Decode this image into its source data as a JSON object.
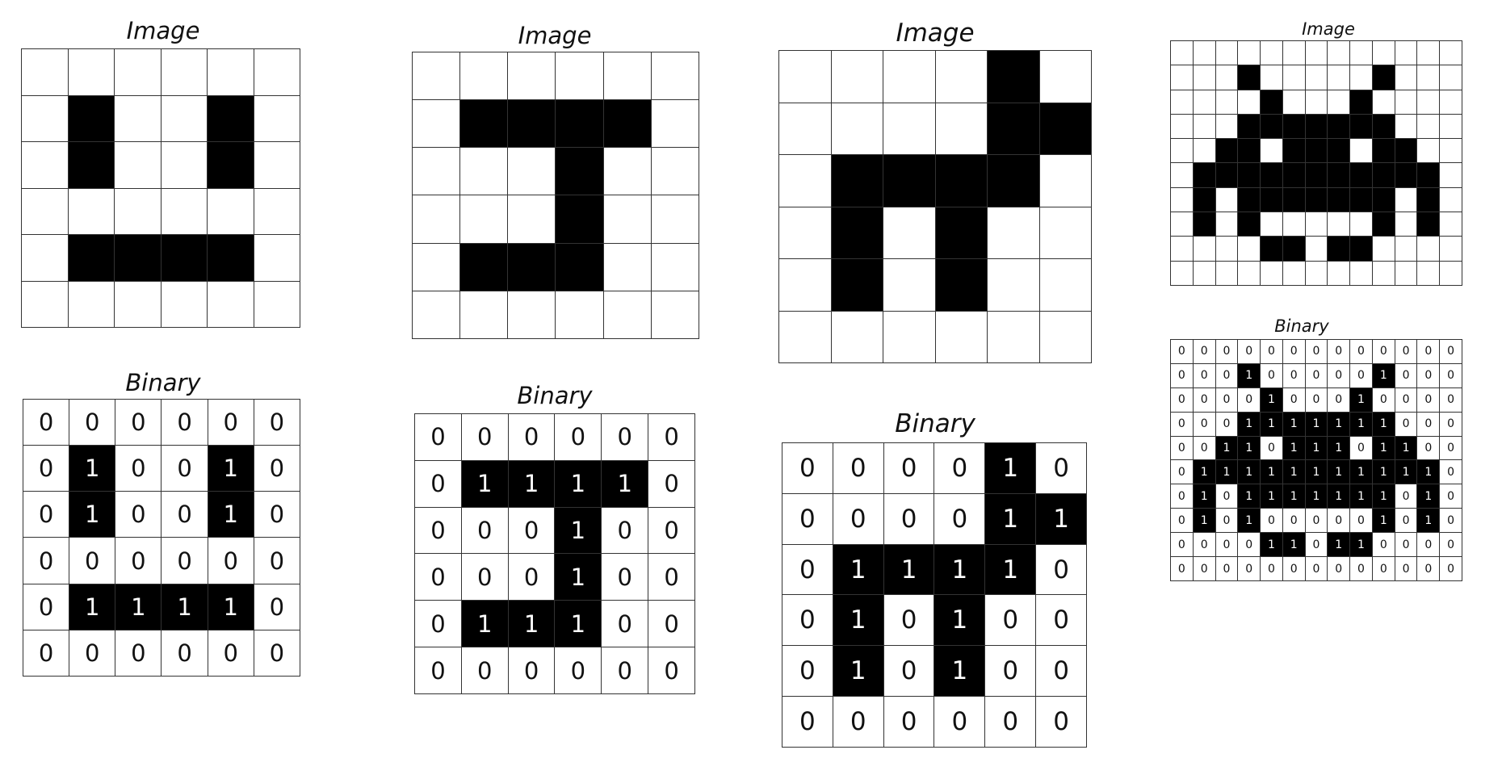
{
  "panels": [
    {
      "image_title": "Image",
      "binary_title": "Binary",
      "grid": [
        [
          0,
          0,
          0,
          0,
          0,
          0
        ],
        [
          0,
          1,
          0,
          0,
          1,
          0
        ],
        [
          0,
          1,
          0,
          0,
          1,
          0
        ],
        [
          0,
          0,
          0,
          0,
          0,
          0
        ],
        [
          0,
          1,
          1,
          1,
          1,
          0
        ],
        [
          0,
          0,
          0,
          0,
          0,
          0
        ]
      ]
    },
    {
      "image_title": "Image",
      "binary_title": "Binary",
      "grid": [
        [
          0,
          0,
          0,
          0,
          0,
          0
        ],
        [
          0,
          1,
          1,
          1,
          1,
          0
        ],
        [
          0,
          0,
          0,
          1,
          0,
          0
        ],
        [
          0,
          0,
          0,
          1,
          0,
          0
        ],
        [
          0,
          1,
          1,
          1,
          0,
          0
        ],
        [
          0,
          0,
          0,
          0,
          0,
          0
        ]
      ]
    },
    {
      "image_title": "Image",
      "binary_title": "Binary",
      "grid": [
        [
          0,
          0,
          0,
          0,
          1,
          0
        ],
        [
          0,
          0,
          0,
          0,
          1,
          1
        ],
        [
          0,
          1,
          1,
          1,
          1,
          0
        ],
        [
          0,
          1,
          0,
          1,
          0,
          0
        ],
        [
          0,
          1,
          0,
          1,
          0,
          0
        ],
        [
          0,
          0,
          0,
          0,
          0,
          0
        ]
      ]
    },
    {
      "image_title": "Image",
      "binary_title": "Binary",
      "grid": [
        [
          0,
          0,
          0,
          0,
          0,
          0,
          0,
          0,
          0,
          0,
          0,
          0,
          0
        ],
        [
          0,
          0,
          0,
          1,
          0,
          0,
          0,
          0,
          0,
          1,
          0,
          0,
          0
        ],
        [
          0,
          0,
          0,
          0,
          1,
          0,
          0,
          0,
          1,
          0,
          0,
          0,
          0
        ],
        [
          0,
          0,
          0,
          1,
          1,
          1,
          1,
          1,
          1,
          1,
          0,
          0,
          0
        ],
        [
          0,
          0,
          1,
          1,
          0,
          1,
          1,
          1,
          0,
          1,
          1,
          0,
          0
        ],
        [
          0,
          1,
          1,
          1,
          1,
          1,
          1,
          1,
          1,
          1,
          1,
          1,
          0
        ],
        [
          0,
          1,
          0,
          1,
          1,
          1,
          1,
          1,
          1,
          1,
          0,
          1,
          0
        ],
        [
          0,
          1,
          0,
          1,
          0,
          0,
          0,
          0,
          0,
          1,
          0,
          1,
          0
        ],
        [
          0,
          0,
          0,
          0,
          1,
          1,
          0,
          1,
          1,
          0,
          0,
          0,
          0
        ],
        [
          0,
          0,
          0,
          0,
          0,
          0,
          0,
          0,
          0,
          0,
          0,
          0,
          0
        ]
      ]
    }
  ]
}
